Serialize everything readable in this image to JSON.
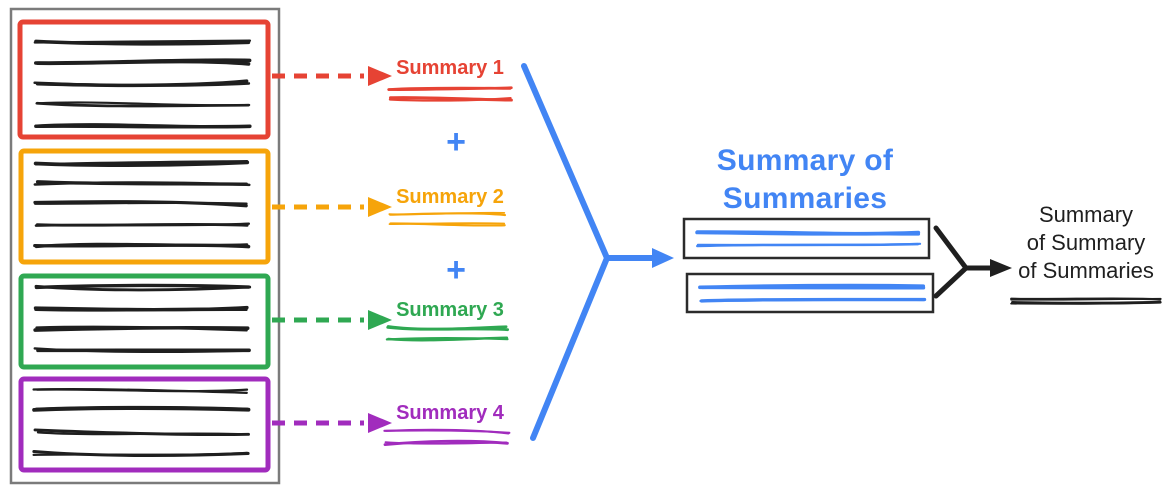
{
  "colors": {
    "red": "#e64334",
    "orange": "#f6a40a",
    "green": "#2fa852",
    "purple": "#a12cbd",
    "blue": "#4285f4",
    "ink": "#1f1f1f",
    "outer_border": "#7b7b7b",
    "summary_box_border": "#2b2b2b"
  },
  "source_panel": {
    "documents": [
      {
        "name": "document-1",
        "color": "red",
        "text_lines": 5
      },
      {
        "name": "document-2",
        "color": "orange",
        "text_lines": 5
      },
      {
        "name": "document-3",
        "color": "green",
        "text_lines": 4
      },
      {
        "name": "document-4",
        "color": "purple",
        "text_lines": 4
      }
    ]
  },
  "summary_labels": [
    {
      "label": "Summary 1"
    },
    {
      "label": "Summary 2"
    },
    {
      "label": "Summary 3"
    },
    {
      "label": "Summary 4"
    }
  ],
  "plus_sign": "+",
  "sos_title": {
    "line1": "Summary of",
    "line2": "Summaries"
  },
  "final_label": {
    "line1": "Summary",
    "line2": "of Summary",
    "line3": "of Summaries"
  }
}
